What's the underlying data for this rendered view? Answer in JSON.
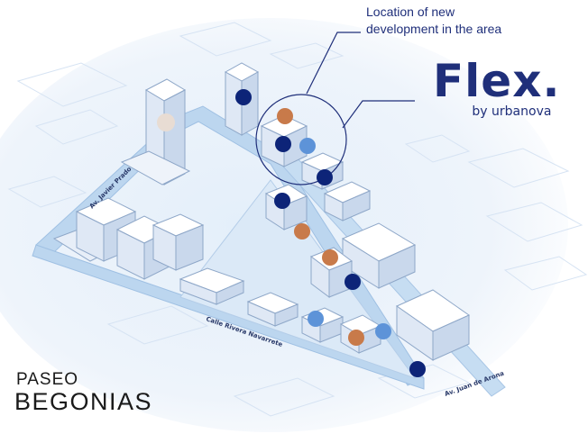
{
  "callout": {
    "line1": "Location of new",
    "line2": "development in the area"
  },
  "brand": {
    "name": "Flex.",
    "sub": "by urbanova"
  },
  "project": {
    "line1": "PASEO",
    "line2": "BEGONIAS"
  },
  "streets": {
    "prado": "Av. Javier Prado",
    "rivera": "Calle Rivera Navarrete",
    "arona": "Av. Juan de Arona"
  },
  "colors": {
    "navy": "#0d2478",
    "orange": "#c87a4a",
    "light_blue": "#5d93d8",
    "beige": "#e8dcd3",
    "text": "#1f2f7a"
  },
  "markers": {
    "legend_note": "colored dots indicate points of interest",
    "categories": [
      "navy",
      "orange",
      "light-blue",
      "beige"
    ]
  }
}
